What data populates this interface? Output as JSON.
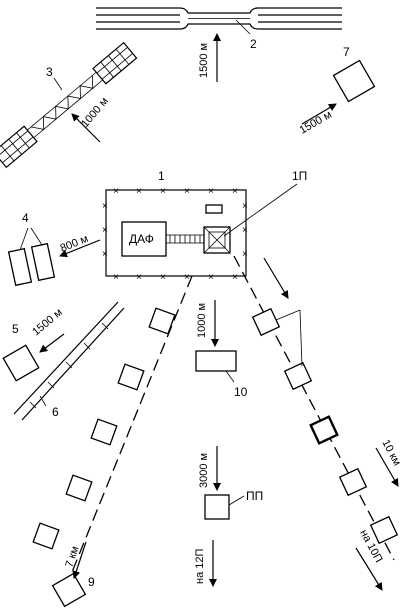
{
  "labels": {
    "n1": "1",
    "n1p": "1П",
    "n2": "2",
    "n3": "3",
    "n4": "4",
    "n5": "5",
    "n6": "6",
    "n7": "7",
    "n9": "9",
    "n10": "10",
    "daf": "ДАФ",
    "pp": "ПП"
  },
  "distances": {
    "to_2": "1500 м",
    "to_3": "1000 м",
    "to_7": "1500 м",
    "to_4": "800 м",
    "to_5": "1500 м",
    "to_10": "1000 м",
    "to_pp": "3000 м",
    "to_9": "7 км",
    "to_10km": "10 км",
    "na_12p": "на 12П",
    "na_10p": "на 10П"
  }
}
